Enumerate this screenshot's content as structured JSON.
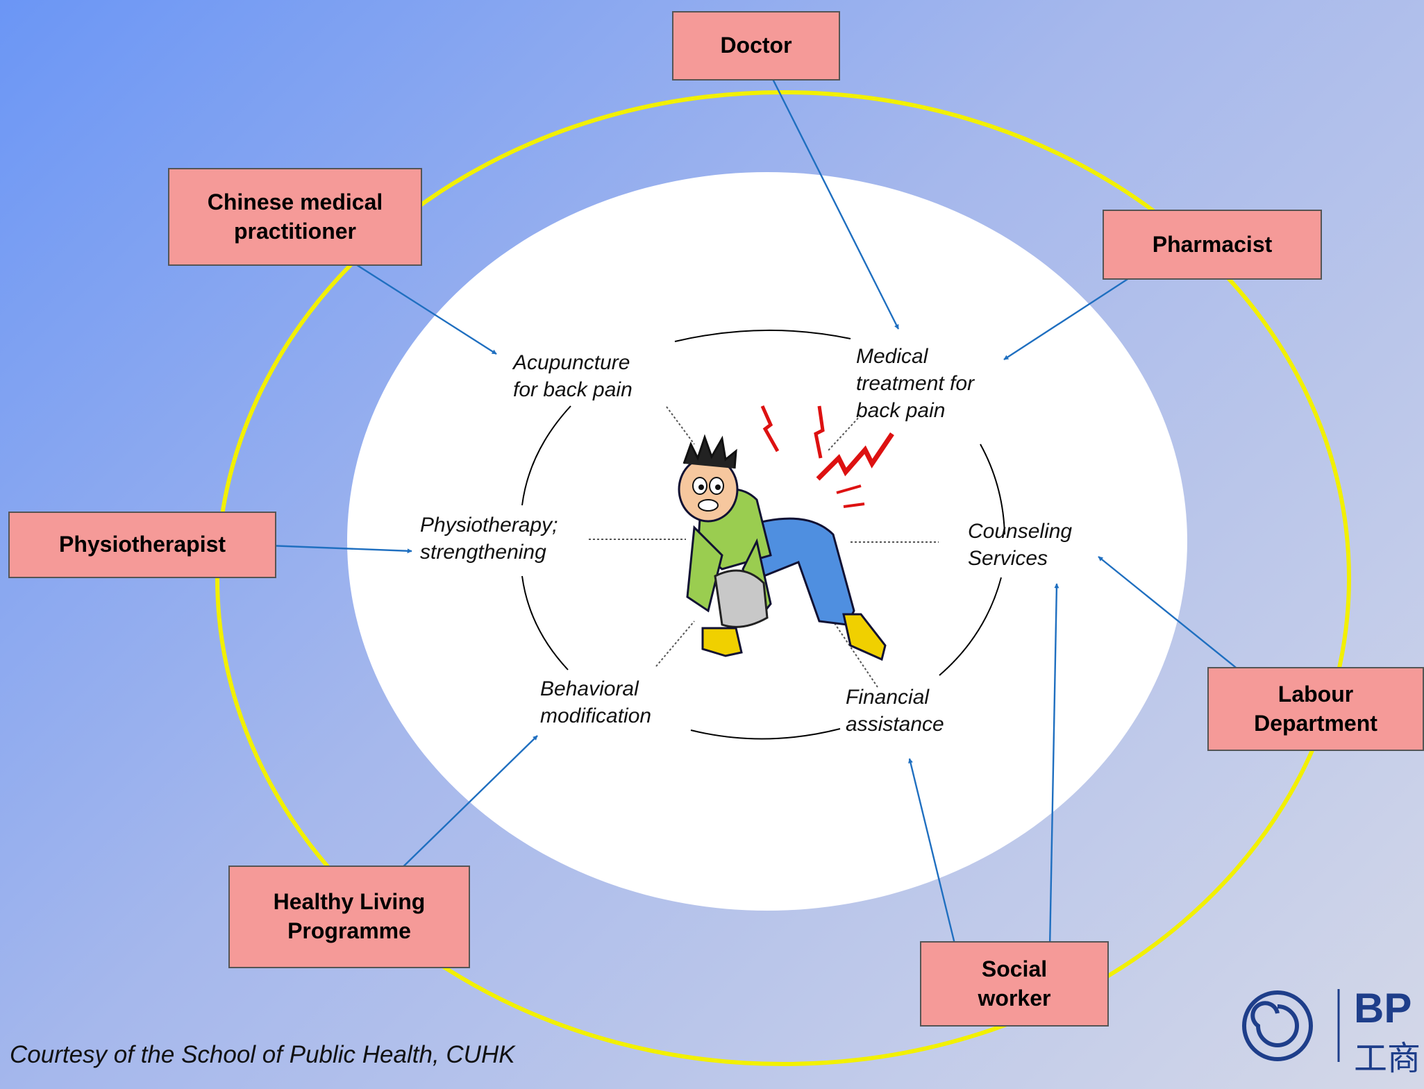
{
  "providers": {
    "doctor": "Doctor",
    "chinese_medical": "Chinese medical\npractitioner",
    "pharmacist": "Pharmacist",
    "physiotherapist": "Physiotherapist",
    "labour_department": "Labour\nDepartment",
    "healthy_living": "Healthy Living\nProgramme",
    "social_worker": "Social\nworker"
  },
  "services": {
    "acupuncture": "Acupuncture\nfor back pain",
    "medical_treatment": "Medical\ntreatment for\nback pain",
    "physiotherapy": "Physiotherapy;\nstrengthening",
    "counseling": "Counseling\nServices",
    "behavioral": "Behavioral\nmodification",
    "financial": "Financial\nassistance"
  },
  "credit": "Courtesy of the School of Public Health, CUHK",
  "logo": {
    "text": "BP",
    "subtext": "工商"
  },
  "colors": {
    "outer_ring": "#f2f000",
    "connector": "#1f6fc0",
    "box_fill": "#f59a98",
    "inner_area": "#ffffff"
  }
}
